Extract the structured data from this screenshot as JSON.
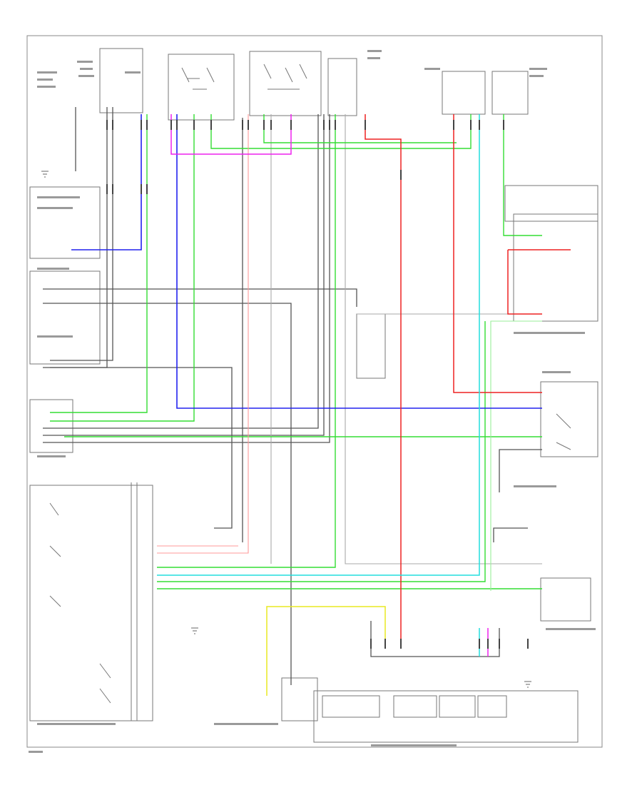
{
  "diagram": {
    "wire_colors": {
      "green": "#33dd33",
      "blue": "#2222ee",
      "red": "#ee2222",
      "magenta": "#ee22ee",
      "cyan": "#22dddd",
      "yellow": "#e8e822",
      "light_green": "#88ee88",
      "light_red": "#ff9999",
      "black": "#555555",
      "gray": "#999999"
    },
    "blocks": [
      "main-fuse-block",
      "ignition-switch",
      "cruise-switch",
      "wiper-relay-left",
      "wiper-relay-right",
      "combination-meter",
      "ecm-block",
      "bcm-block",
      "steering-switch-assembly",
      "joint-connector"
    ]
  }
}
